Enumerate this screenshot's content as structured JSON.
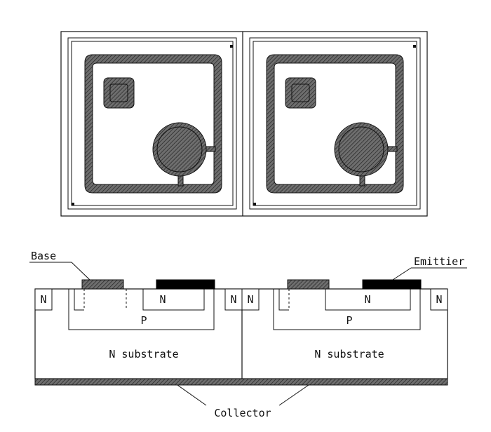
{
  "colors": {
    "line": "#111111",
    "hatch_fill": "#6e6e6e",
    "hatch_stroke": "#222222",
    "metal": "#000000",
    "background": "#ffffff"
  },
  "icons": [
    "hatch-pattern"
  ],
  "cross_section": {
    "labels": {
      "base": "Base",
      "emitter": "Emittier",
      "collector": "Collector"
    },
    "devices": [
      {
        "n_left": "N",
        "n_right": "N",
        "n_emitter": "N",
        "p_region": "P",
        "substrate": "N substrate"
      },
      {
        "n_left": "N",
        "n_right": "N",
        "n_emitter": "N",
        "p_region": "P",
        "substrate": "N substrate"
      }
    ]
  }
}
